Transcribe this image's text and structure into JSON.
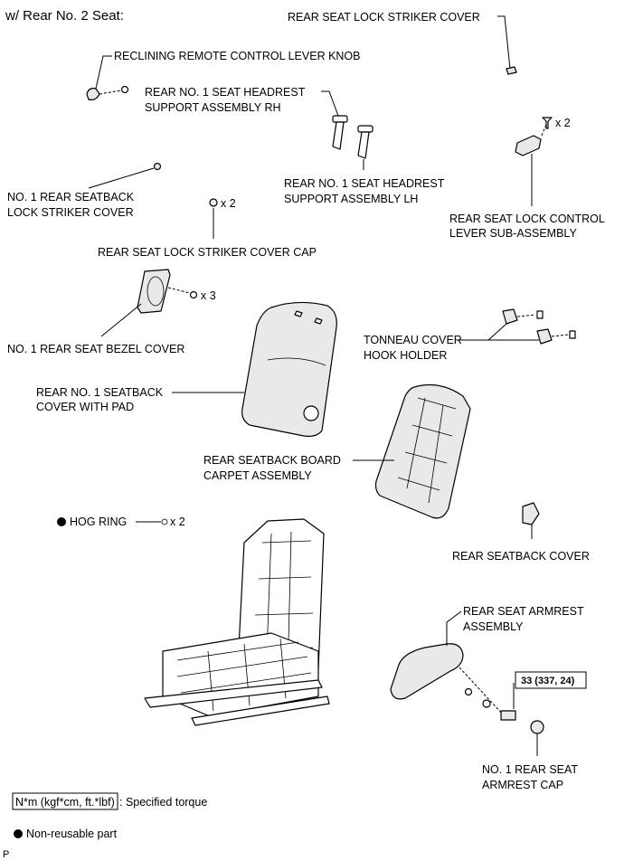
{
  "heading": "w/ Rear No. 2 Seat:",
  "labels": {
    "striker_cover": "REAR SEAT LOCK STRIKER COVER",
    "reclining_knob": "RECLINING REMOTE CONTROL LEVER KNOB",
    "headrest_rh_1": "REAR NO. 1 SEAT HEADREST",
    "headrest_rh_2": "SUPPORT ASSEMBLY RH",
    "headrest_lh_1": "REAR NO. 1 SEAT HEADREST",
    "headrest_lh_2": "SUPPORT ASSEMBLY LH",
    "lock_striker_1": "NO. 1 REAR SEATBACK",
    "lock_striker_2": "LOCK STRIKER COVER",
    "control_lever_1": "REAR SEAT LOCK CONTROL",
    "control_lever_2": "LEVER SUB-ASSEMBLY",
    "striker_cap": "REAR SEAT LOCK STRIKER COVER CAP",
    "bezel_cover": "NO. 1 REAR SEAT BEZEL COVER",
    "tonneau_1": "TONNEAU COVER",
    "tonneau_2": "HOOK HOLDER",
    "seatback_cover_1": "REAR NO. 1 SEATBACK",
    "seatback_cover_2": "COVER WITH PAD",
    "board_carpet_1": "REAR SEATBACK BOARD",
    "board_carpet_2": "CARPET ASSEMBLY",
    "hog_ring": "HOG RING",
    "rear_seatback_cover": "REAR SEATBACK COVER",
    "armrest_1": "REAR SEAT ARMREST",
    "armrest_2": "ASSEMBLY",
    "armrest_cap_1": "NO. 1 REAR SEAT",
    "armrest_cap_2": "ARMREST CAP"
  },
  "quantities": {
    "lever_screw": "x 2",
    "striker_cap": "x 2",
    "bezel_screw": "x 3",
    "hog_ring": "x 2"
  },
  "torque": "33 (337, 24)",
  "legend": {
    "torque_box": "N*m (kgf*cm, ft.*lbf)",
    "torque_text": ": Specified torque",
    "non_reusable": "Non-reusable part"
  },
  "corner_mark": "P"
}
